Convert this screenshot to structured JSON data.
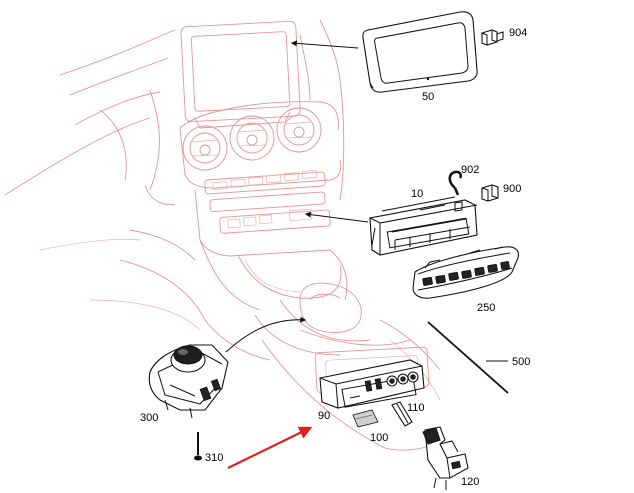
{
  "diagram": {
    "callouts": [
      {
        "id": "label-904",
        "text": "904"
      },
      {
        "id": "label-50",
        "text": "50"
      },
      {
        "id": "label-902",
        "text": "902"
      },
      {
        "id": "label-900",
        "text": "900"
      },
      {
        "id": "label-10",
        "text": "10"
      },
      {
        "id": "label-250",
        "text": "250"
      },
      {
        "id": "label-500",
        "text": "500"
      },
      {
        "id": "label-300",
        "text": "300"
      },
      {
        "id": "label-310",
        "text": "310"
      },
      {
        "id": "label-90",
        "text": "90"
      },
      {
        "id": "label-110",
        "text": "110"
      },
      {
        "id": "label-100",
        "text": "100"
      },
      {
        "id": "label-120",
        "text": "120"
      }
    ],
    "highlight_color": "#e02020",
    "line_art_color": "#111111",
    "background_line_color": "#e49595"
  }
}
